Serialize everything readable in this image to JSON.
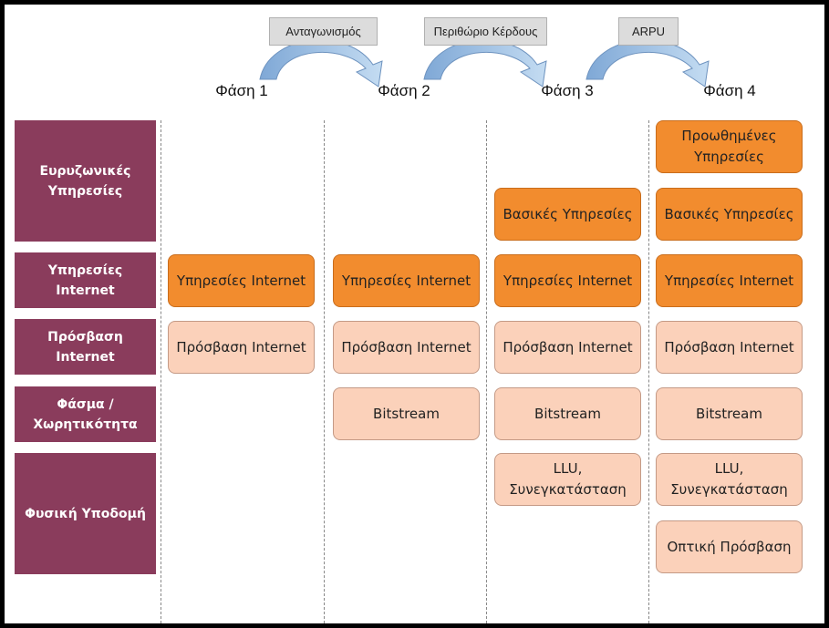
{
  "top_labels": [
    "Ανταγωνισμός",
    "Περιθώριο Κέρδους",
    "ARPU"
  ],
  "phases": [
    "Φάση 1",
    "Φάση 2",
    "Φάση 3",
    "Φάση 4"
  ],
  "rows": [
    "Ευρυζωνικές Υπηρεσίες",
    "Υπηρεσίες Internet",
    "Πρόσβαση Internet",
    "Φάσμα / Χωρητικότητα",
    "Φυσική Υποδομή"
  ],
  "cells": {
    "p1_internet_services": "Υπηρεσίες Internet",
    "p1_internet_access": "Πρόσβαση Internet",
    "p2_internet_services": "Υπηρεσίες Internet",
    "p2_internet_access": "Πρόσβαση Internet",
    "p2_bitstream": "Bitstream",
    "p3_basic_services": "Βασικές Υπηρεσίες",
    "p3_internet_services": "Υπηρεσίες Internet",
    "p3_internet_access": "Πρόσβαση Internet",
    "p3_bitstream": "Bitstream",
    "p3_llu": "LLU, Συνεγκατάσταση",
    "p4_advanced_services": "Προωθημένες Υπηρεσίες",
    "p4_basic_services": "Βασικές Υπηρεσίες",
    "p4_internet_services": "Υπηρεσίες Internet",
    "p4_internet_access": "Πρόσβαση Internet",
    "p4_bitstream": "Bitstream",
    "p4_llu": "LLU, Συνεγκατάσταση",
    "p4_optical_access": "Οπτική Πρόσβαση"
  },
  "colors": {
    "row_label": "#8a3c5c",
    "dark_orange": "#f28c2e",
    "light_orange": "#fbd1ba",
    "arrow": "#9bbfe0"
  }
}
